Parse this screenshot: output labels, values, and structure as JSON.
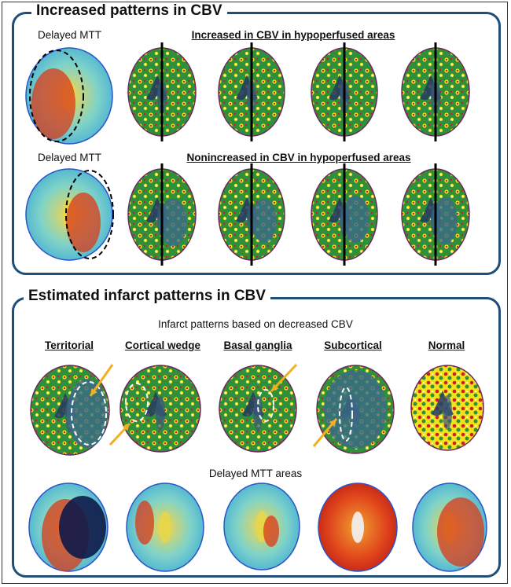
{
  "panel_top": {
    "title": "Increased patterns in CBV",
    "row1": {
      "left_label": "Delayed MTT",
      "right_label": "Increased in CBV in hypoperfused areas"
    },
    "row2": {
      "left_label": "Delayed MTT",
      "right_label": "Nonincreased in CBV in hypoperfused areas"
    }
  },
  "panel_bottom": {
    "title": "Estimated infarct patterns in CBV",
    "subtitle": "Infarct patterns based on decreased CBV",
    "columns": [
      "Territorial",
      "Cortical wedge",
      "Basal ganglia",
      "Subcortical",
      "Normal"
    ],
    "mtt_label": "Delayed MTT areas"
  },
  "colors": {
    "frame_blue": "#1f4e79",
    "arrow": "#f2b01e",
    "cbv_green": "#2f8f3a",
    "cbv_yellow": "#f2e21a",
    "cbv_red": "#d01c2a",
    "mtt_cyan": "#58c8d8"
  }
}
